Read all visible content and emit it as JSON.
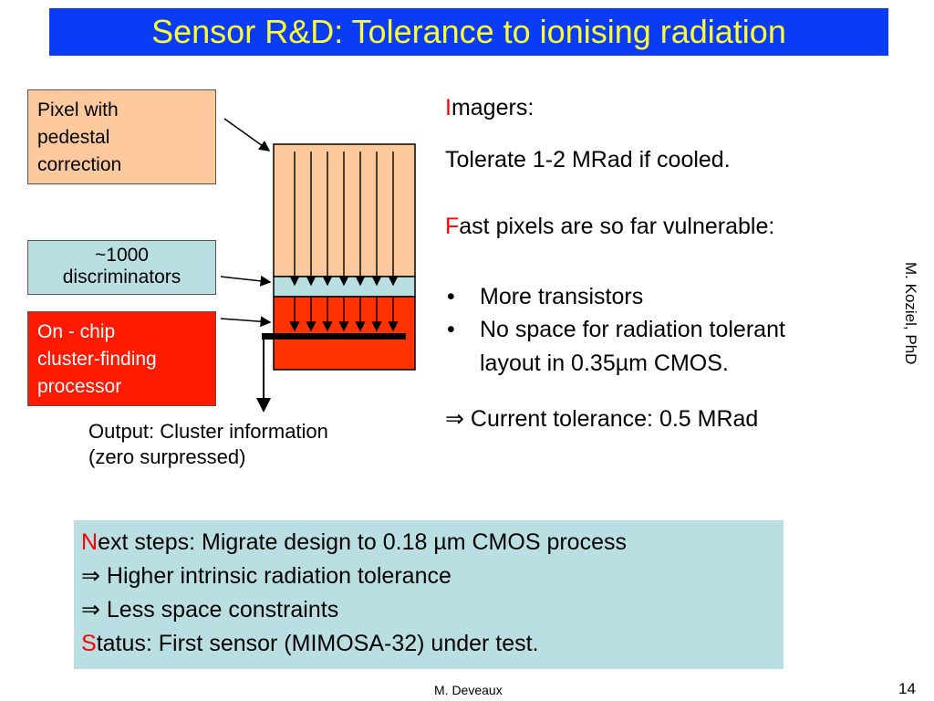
{
  "title": "Sensor R&D: Tolerance to ionising radiation",
  "diagram": {
    "pixel_box": [
      "Pixel with",
      "pedestal",
      "correction"
    ],
    "disc_box": [
      "~1000",
      "discriminators"
    ],
    "proc_box": [
      "On - chip",
      "cluster-finding",
      "processor"
    ],
    "output": [
      "Output: Cluster information",
      "(zero surpressed)"
    ],
    "colors": {
      "pixel": "#fdc99d",
      "disc": "#b9dfe2",
      "proc": "#ff1a00"
    }
  },
  "imagers": {
    "initial": "I",
    "rest": "magers:",
    "line2": "Tolerate 1-2 MRad if cooled."
  },
  "fast": {
    "initial": "F",
    "rest": "ast pixels are so far vulnerable:"
  },
  "bullets": [
    "More transistors",
    "No space for radiation tolerant",
    "layout in 0.35µm CMOS."
  ],
  "conclusion": "Current tolerance: 0.5 MRad",
  "side_credit": "M. Koziel, PhD",
  "next_box": {
    "n_initial": "N",
    "n_rest": "ext steps: Migrate design to 0.18 µm CMOS process",
    "line2": "Higher intrinsic radiation tolerance",
    "line3": "Less space constraints",
    "s_initial": "S",
    "s_rest": "tatus: First sensor (MIMOSA-32) under test."
  },
  "footer": "M. Deveaux",
  "page_number": "14"
}
